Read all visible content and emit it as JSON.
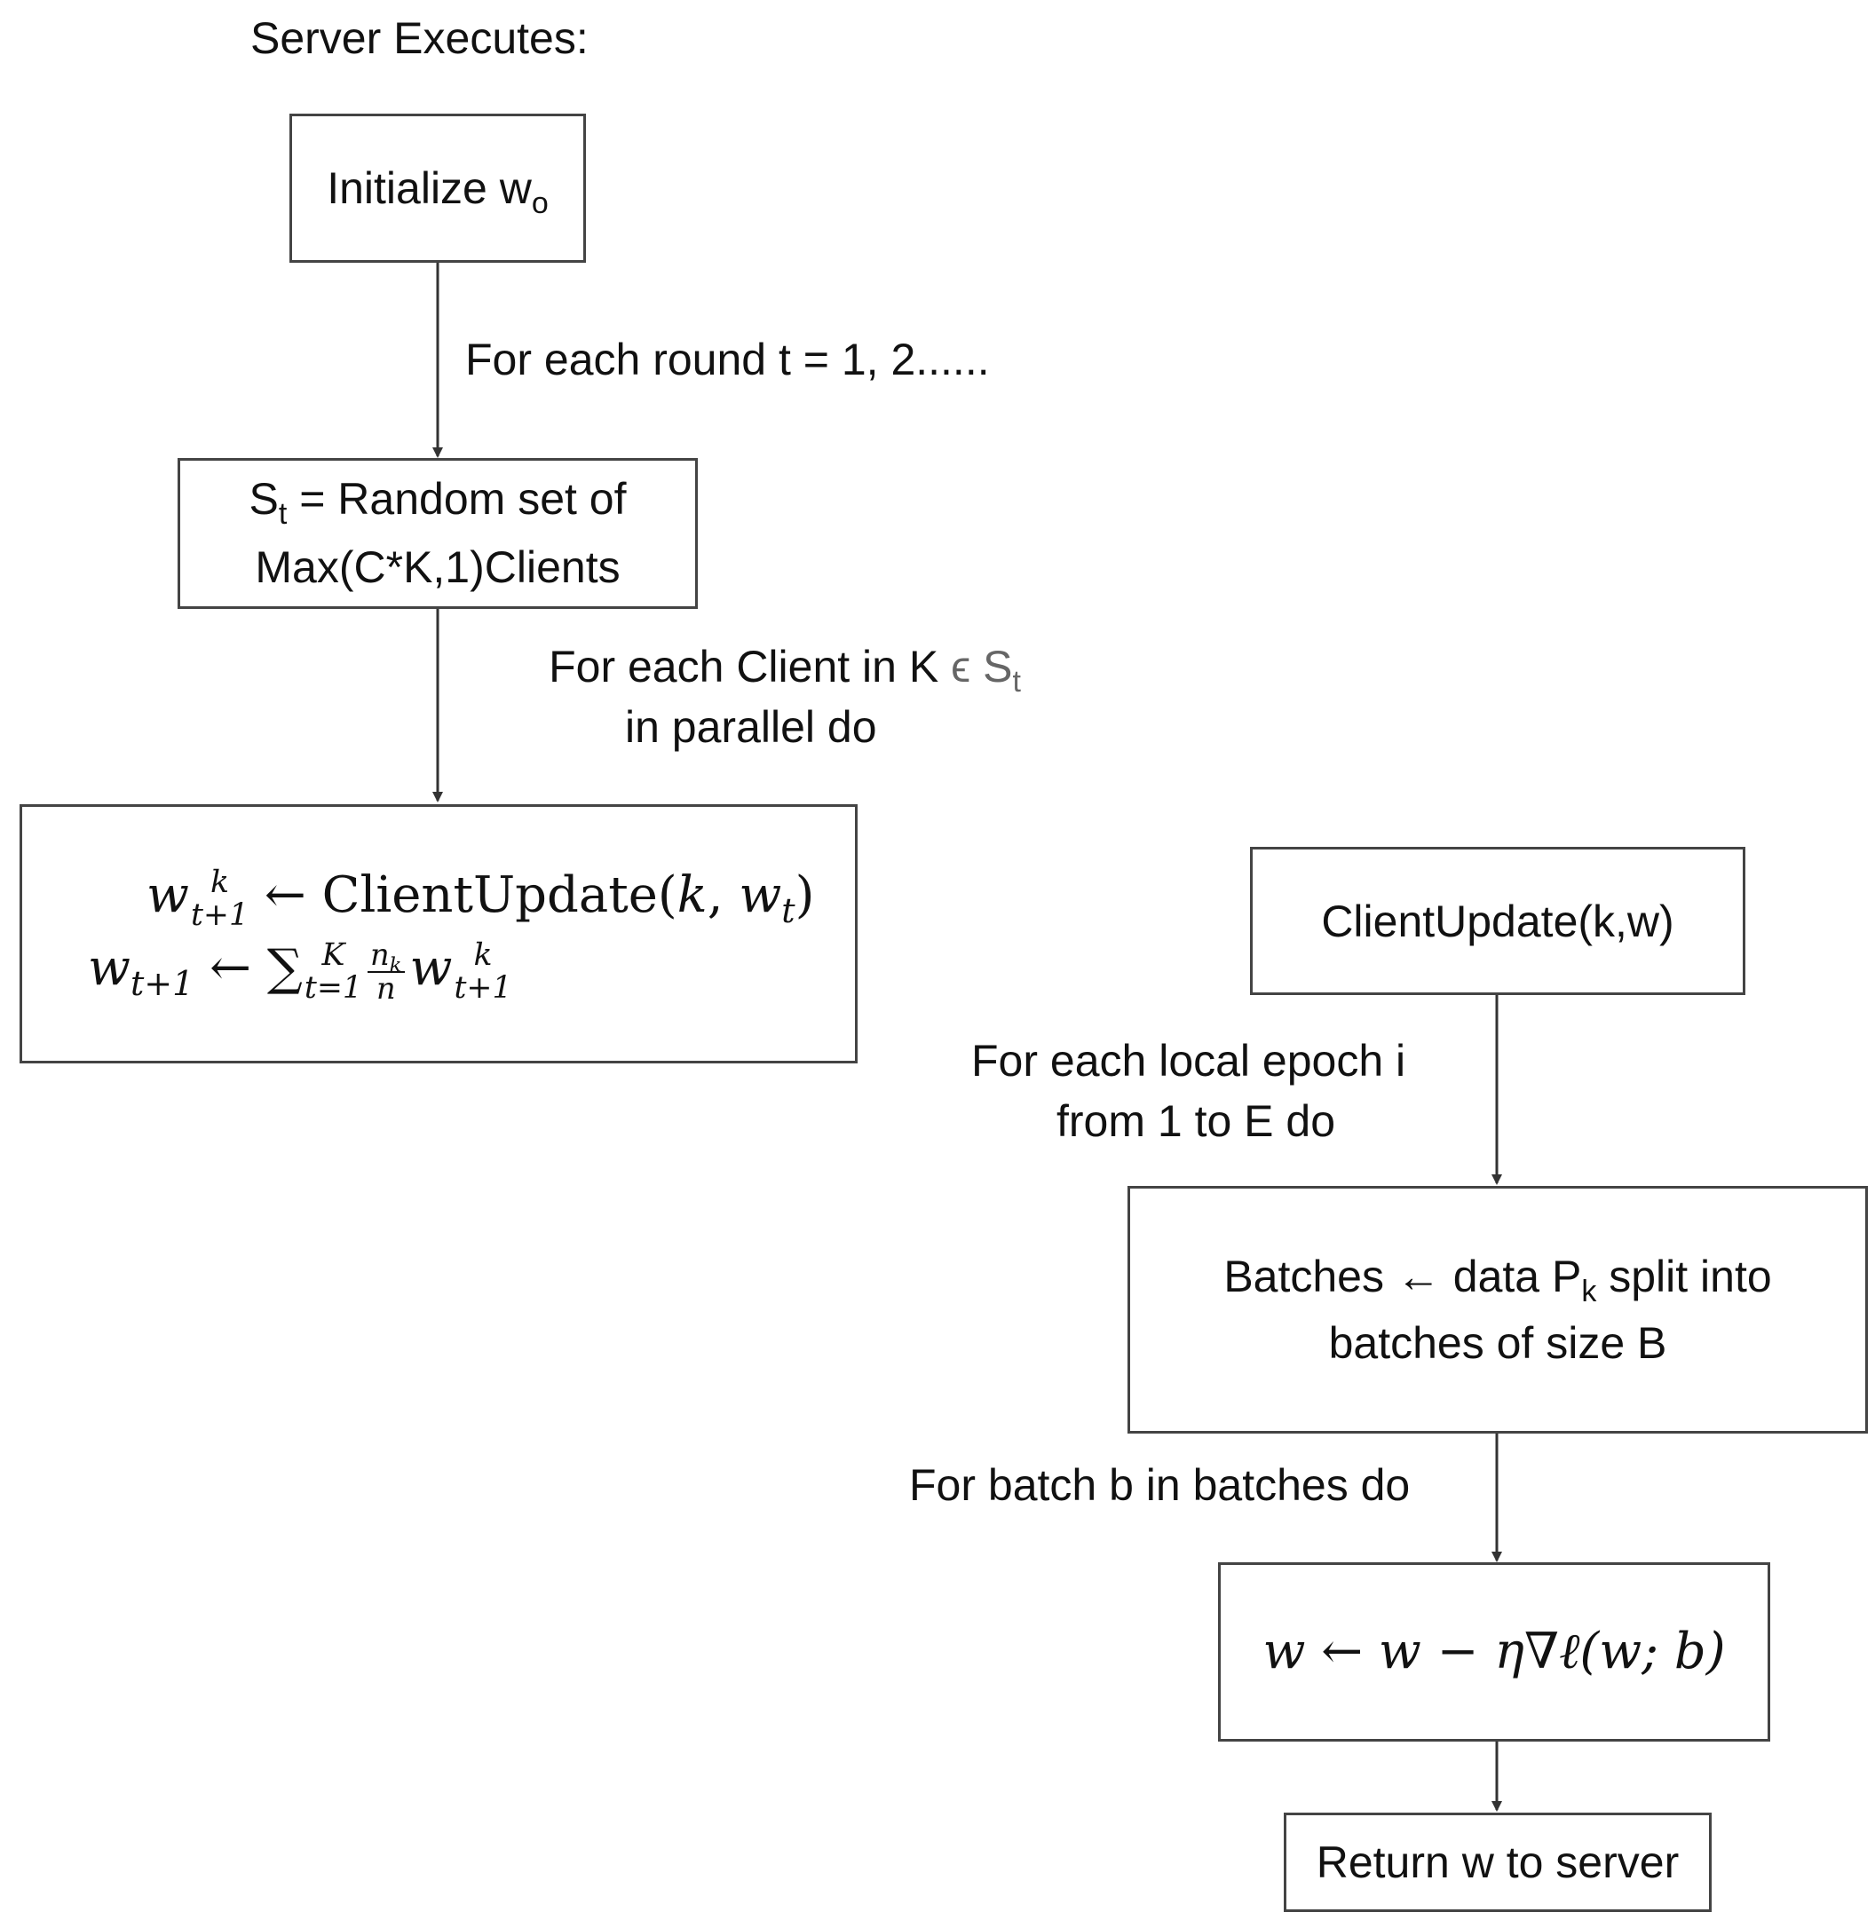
{
  "server": {
    "title": "Server Executes:",
    "init_box": {
      "text": "Initialize w",
      "sub": "o"
    },
    "round_label": "For each round t = 1, 2......",
    "select_box": {
      "line1_a": "S",
      "line1_sub": "t",
      "line1_b": " = Random set of",
      "line2": "Max(C*K,1)Clients"
    },
    "client_loop_label": {
      "line1_a": "For each Client in K ",
      "line1_sym": "ϵ S",
      "line1_sub": "t",
      "line2": "in parallel do"
    },
    "aggregate_box": {
      "eq1": {
        "lhs_var": "w",
        "lhs_sup": "k",
        "lhs_sub": "t+1",
        "arrow": " ← ",
        "func": "ClientUpdate",
        "args_open": "(",
        "arg_k": "k",
        "comma": ", ",
        "arg_w": "w",
        "arg_w_sub": "t",
        "args_close": ")"
      },
      "eq2": {
        "lhs_var": "w",
        "lhs_sub": "t+1",
        "arrow": " ← ",
        "sum": "∑",
        "sum_sup": "K",
        "sum_sub": "t=1",
        "frac_num": "n",
        "frac_num_sub": "k",
        "frac_den": "n",
        "rhs_var": "w",
        "rhs_sup": "k",
        "rhs_sub": "t+1"
      }
    }
  },
  "client": {
    "update_box": "ClientUpdate(k,w)",
    "epoch_label": {
      "line1": "For each local epoch i",
      "line2": "from 1 to E do"
    },
    "batches_box": {
      "line1_a": "Batches ← data P",
      "line1_sub": "k",
      "line1_b": " split into",
      "line2": "batches of size B"
    },
    "batch_label": "For batch b in batches do",
    "gradient_box": {
      "var": "w",
      "arrow": " ← ",
      "var2": "w",
      "minus": " − ",
      "eta": "η",
      "nabla": "∇",
      "ell": "ℓ",
      "args": "(w; b)"
    },
    "return_box": "Return w to server"
  }
}
